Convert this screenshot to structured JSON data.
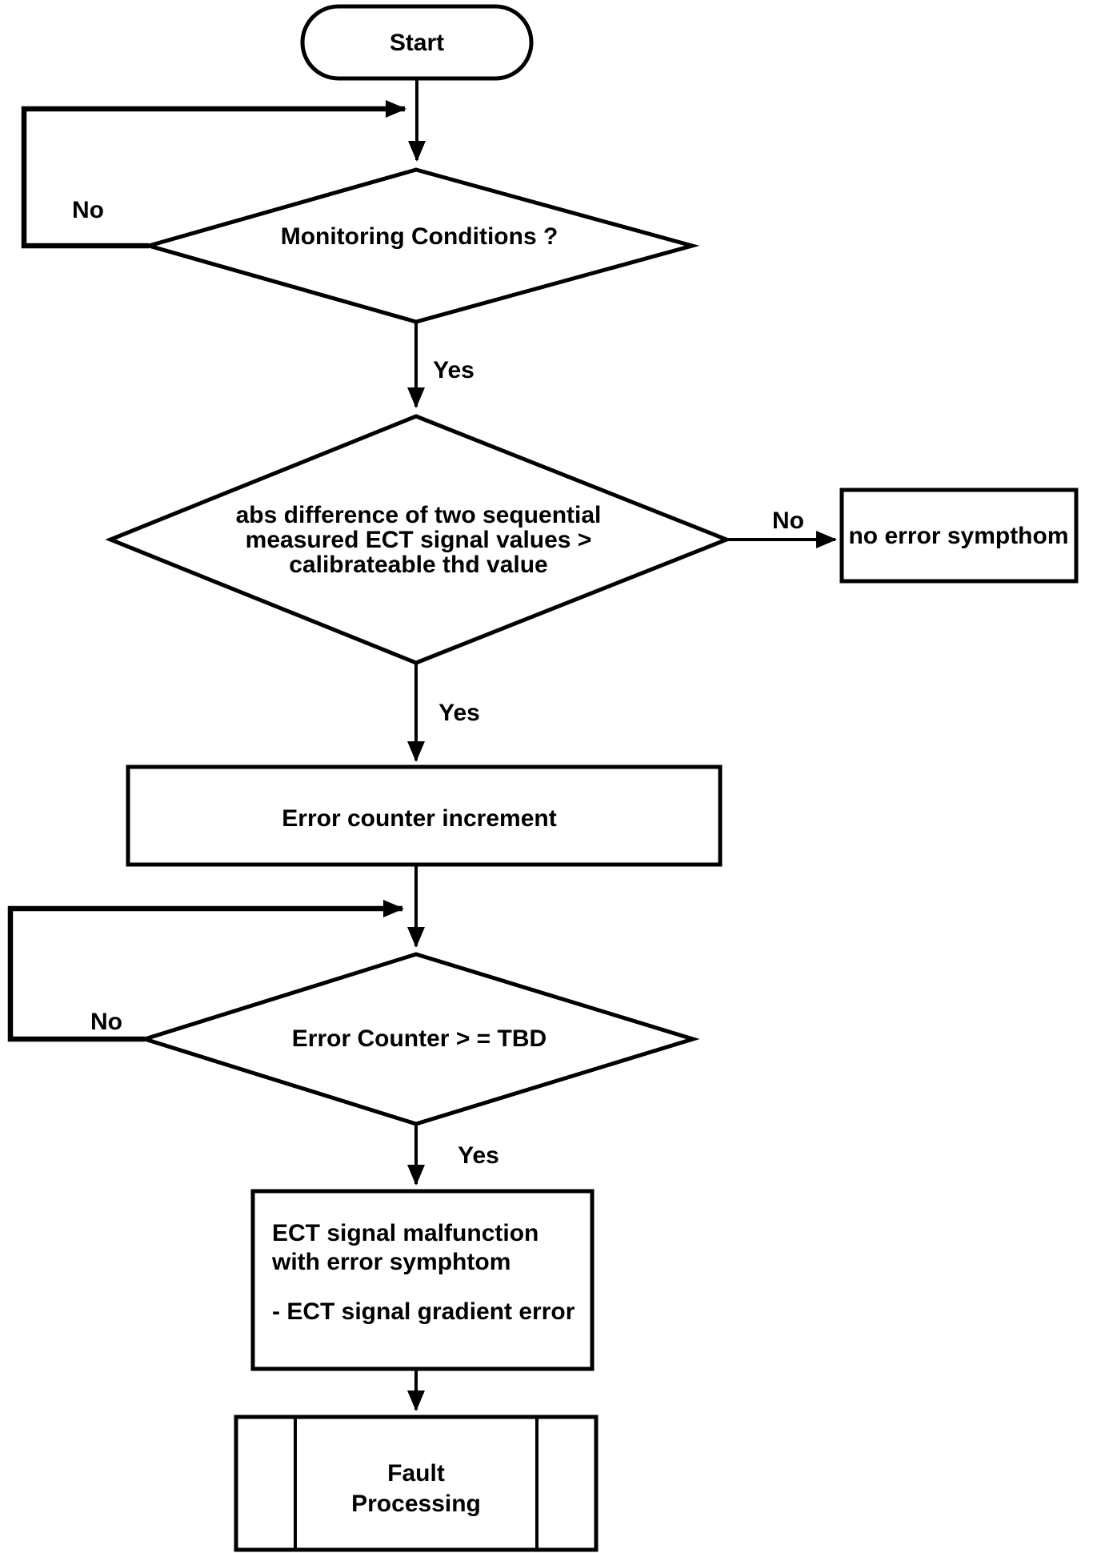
{
  "colors": {
    "ink": "#000000",
    "paper": "#ffffff"
  },
  "flowchart": {
    "nodes": {
      "start": {
        "shape": "terminator",
        "label": "Start"
      },
      "monitoring_conditions": {
        "shape": "decision",
        "label": "Monitoring Conditions ?"
      },
      "gradient_check": {
        "shape": "decision",
        "lines": [
          "abs difference of two sequential",
          "measured ECT signal values >",
          "calibrateable thd value"
        ]
      },
      "no_error_symptom": {
        "shape": "process",
        "label": "no error sympthom"
      },
      "error_counter_increment": {
        "shape": "process",
        "label": "Error counter increment"
      },
      "error_counter_check": {
        "shape": "decision",
        "label": "Error Counter > = TBD"
      },
      "ect_malfunction": {
        "shape": "process",
        "lines": [
          "ECT signal malfunction",
          "with error symphtom",
          "- ECT signal gradient error"
        ]
      },
      "fault_processing": {
        "shape": "predefined-process",
        "lines": [
          "Fault",
          "Processing"
        ]
      }
    },
    "edge_labels": {
      "monitoring_no": "No",
      "monitoring_yes": "Yes",
      "gradient_no": "No",
      "gradient_yes": "Yes",
      "counter_no": "No",
      "counter_yes": "Yes"
    }
  }
}
